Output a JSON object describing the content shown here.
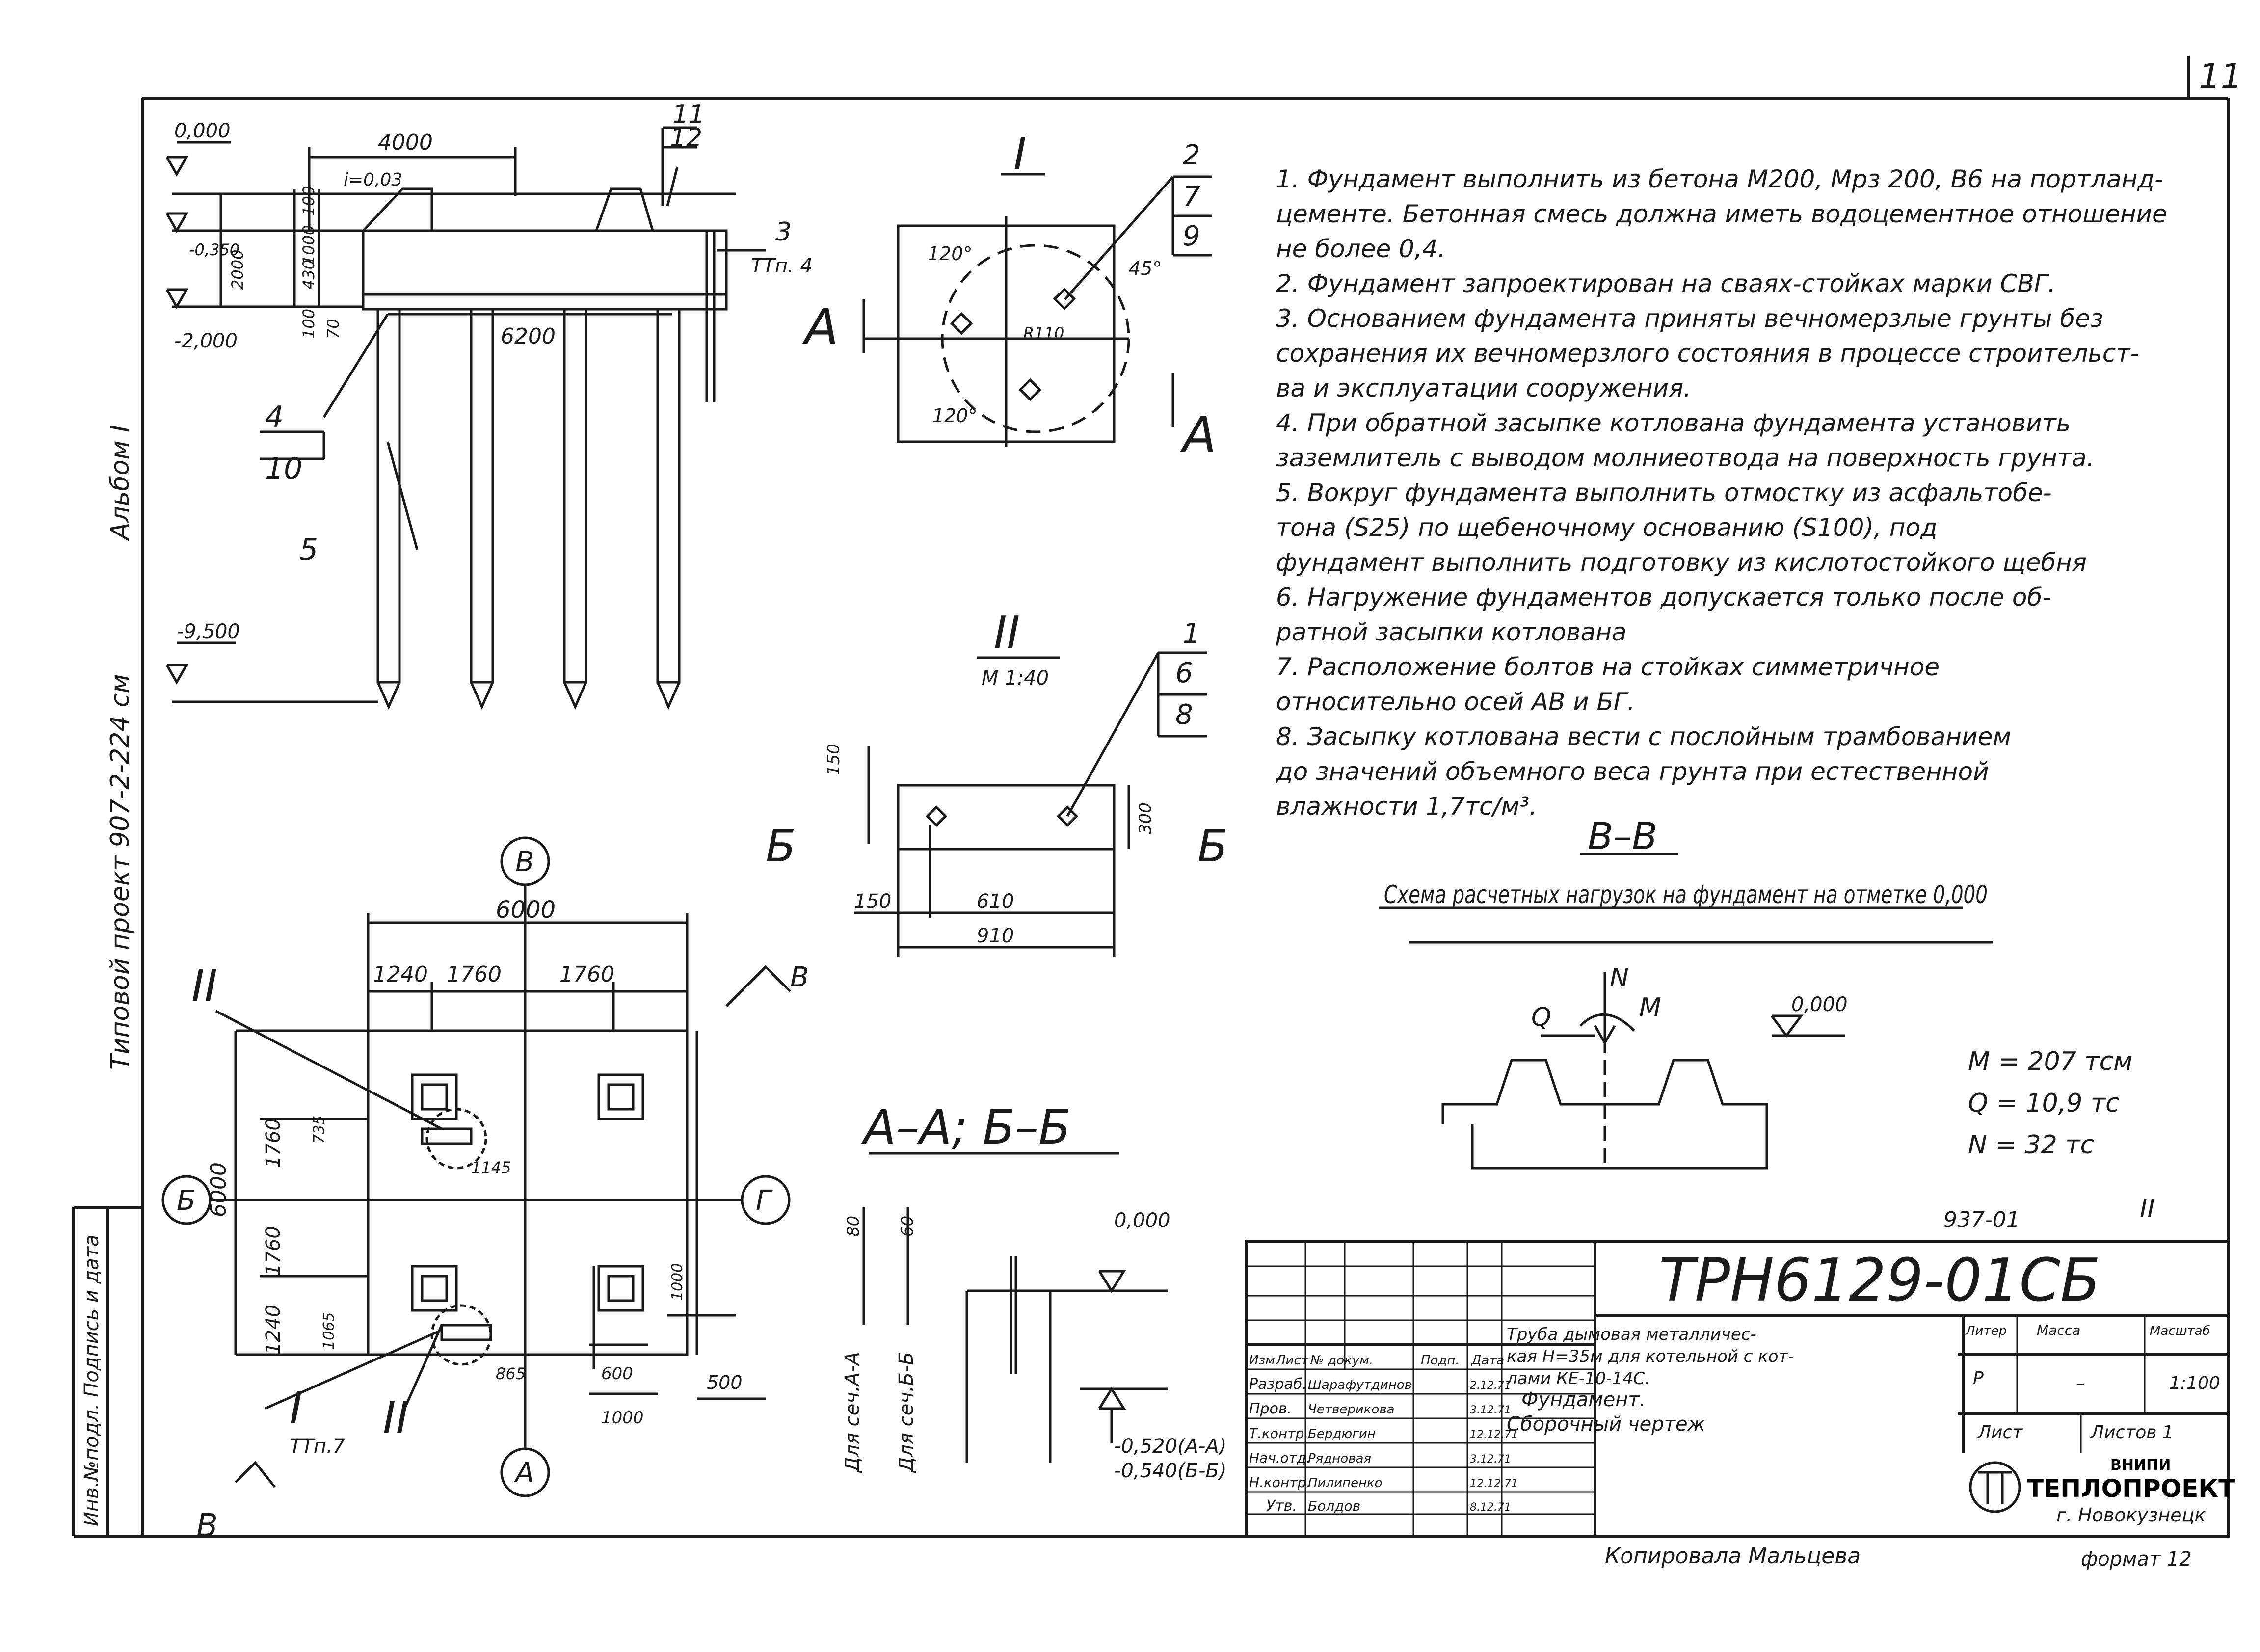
{
  "sheet": {
    "page_number": "11",
    "album_label": "Альбом I",
    "project_label": "Типовой проект 907-2-224 см",
    "stamp_left": "Инв.№подл. Подпись и дата",
    "copied_by": "Копировала Мальцева",
    "format": "формат 12"
  },
  "section_elevation": {
    "levels": [
      "0,000",
      "-0,350",
      "-2,000",
      "-9,500"
    ],
    "dims": {
      "top_width": "4000",
      "slope": "i=0,03",
      "pile_width": "6200",
      "vert_top": [
        "100",
        "1000",
        "430",
        "100"
      ],
      "vert_side": [
        "2000",
        "70"
      ]
    },
    "callouts": [
      {
        "num": "11",
        "sub": "12"
      },
      {
        "num": "3",
        "sub": "ТТп. 4"
      },
      {
        "num": "4",
        "sub": "10"
      },
      {
        "num": "5",
        "sub": ""
      }
    ]
  },
  "detail_1": {
    "title": "I",
    "callout": {
      "num": "2",
      "sub1": "7",
      "sub2": "9"
    },
    "angles": [
      "120°",
      "45°",
      "120°"
    ],
    "radius": "R110",
    "section_marks": [
      "А",
      "А"
    ]
  },
  "detail_2": {
    "title": "II",
    "scale": "М 1:40",
    "callout": {
      "num": "1",
      "sub1": "6",
      "sub2": "8"
    },
    "dims": [
      "150",
      "300",
      "150",
      "610",
      "910"
    ],
    "section_marks": [
      "Б",
      "Б"
    ]
  },
  "plan": {
    "axis_labels": [
      "В",
      "Б",
      "Г",
      "А"
    ],
    "dims_top": [
      "6000",
      "1240",
      "1760",
      "1760"
    ],
    "dims_left": [
      "6000",
      "1760",
      "1760",
      "1240"
    ],
    "dims_inner": [
      "735",
      "1065",
      "1000",
      "600",
      "1000",
      "500",
      "865",
      "1145"
    ],
    "detail_marks": [
      "II",
      "I",
      "II"
    ],
    "ttp": "ТТп.7",
    "section_mark": "В"
  },
  "section_aa": {
    "title": "А–А; Б–Б",
    "labels": [
      "Для сеч.А-А",
      "Для сеч.Б-Б"
    ],
    "dims": [
      "80",
      "60"
    ],
    "levels": [
      "0,000",
      "-0,520(А-А)",
      "-0,540(Б-Б)"
    ]
  },
  "loads": {
    "title": "В–В",
    "subtitle": "Схема расчетных нагрузок на фундамент на отметке 0,000",
    "level": "0,000",
    "force_labels": [
      "Q",
      "N",
      "M"
    ],
    "values": [
      "М = 207 тсм",
      "Q = 10,9 тс",
      "N = 32 тс"
    ]
  },
  "notes": [
    "1. Фундамент выполнить из бетона М200, Мрз 200, В6 на портланд-",
    "цементе. Бетонная смесь должна иметь водоцементное отношение",
    "   не более 0,4.",
    "  2. Фундамент запроектирован на сваях-стойках марки СВГ.",
    "  3. Основанием фундамента приняты вечномерзлые грунты без",
    "сохранения их вечномерзлого состояния в процессе строительст-",
    "ва и эксплуатации сооружения.",
    "  4. При обратной засыпке котлована фундамента установить",
    "  заземлитель с выводом молниеотвода на поверхность грунта.",
    "  5. Вокруг фундамента выполнить отмостку из асфальтобе-",
    "тона (S25) по щебеночному основанию (S100), под",
    "фундамент выполнить подготовку из кислотостойкого щебня",
    "  6. Нагружение фундаментов допускается только после об-",
    "  ратной засыпки котлована",
    "  7. Расположение болтов на стойках симметричное",
    "  относительно осей АВ и БГ.",
    "  8. Засыпку котлована вести с послойным трамбованием",
    "  до значений объемного веса грунта при естественной",
    "  влажности 1,7тс/м³."
  ],
  "title_block": {
    "code_small": "937-01",
    "sheet_mark": "II",
    "drawing_code": "ТРН6129-01СБ",
    "description": [
      "Труба дымовая металличес-",
      "кая Н=35м для котельной с кот-",
      "лами КЕ-10-14С.",
      "Фундамент.",
      "Сборочный чертеж"
    ],
    "header_cols": [
      "Изм.",
      "Лист",
      "№ докум.",
      "Подп.",
      "Дата"
    ],
    "rows": [
      {
        "role": "Разраб.",
        "name": "Шарафутдинов",
        "date": "2.12.71"
      },
      {
        "role": "Пров.",
        "name": "Четверикова",
        "date": "3.12.71"
      },
      {
        "role": "Т.контр.",
        "name": "Бердюгин",
        "date": "12.12.71"
      },
      {
        "role": "Нач.отд.",
        "name": "Рядновая",
        "date": "3.12.71"
      },
      {
        "role": "Н.контр.",
        "name": "Пилипенко",
        "date": "12.12.71"
      },
      {
        "role": "Утв.",
        "name": "Болдов",
        "date": "8.12.71"
      }
    ],
    "stage_head": [
      "Литер",
      "Масса",
      "Масштаб"
    ],
    "stage_vals": [
      "Р",
      "–",
      "1:100"
    ],
    "sheet_head": [
      "Лист",
      "Листов 1"
    ],
    "org": [
      "ВНИПИ",
      "ТЕПЛОПРОЕКТ",
      "г. Новокузнецк"
    ]
  }
}
